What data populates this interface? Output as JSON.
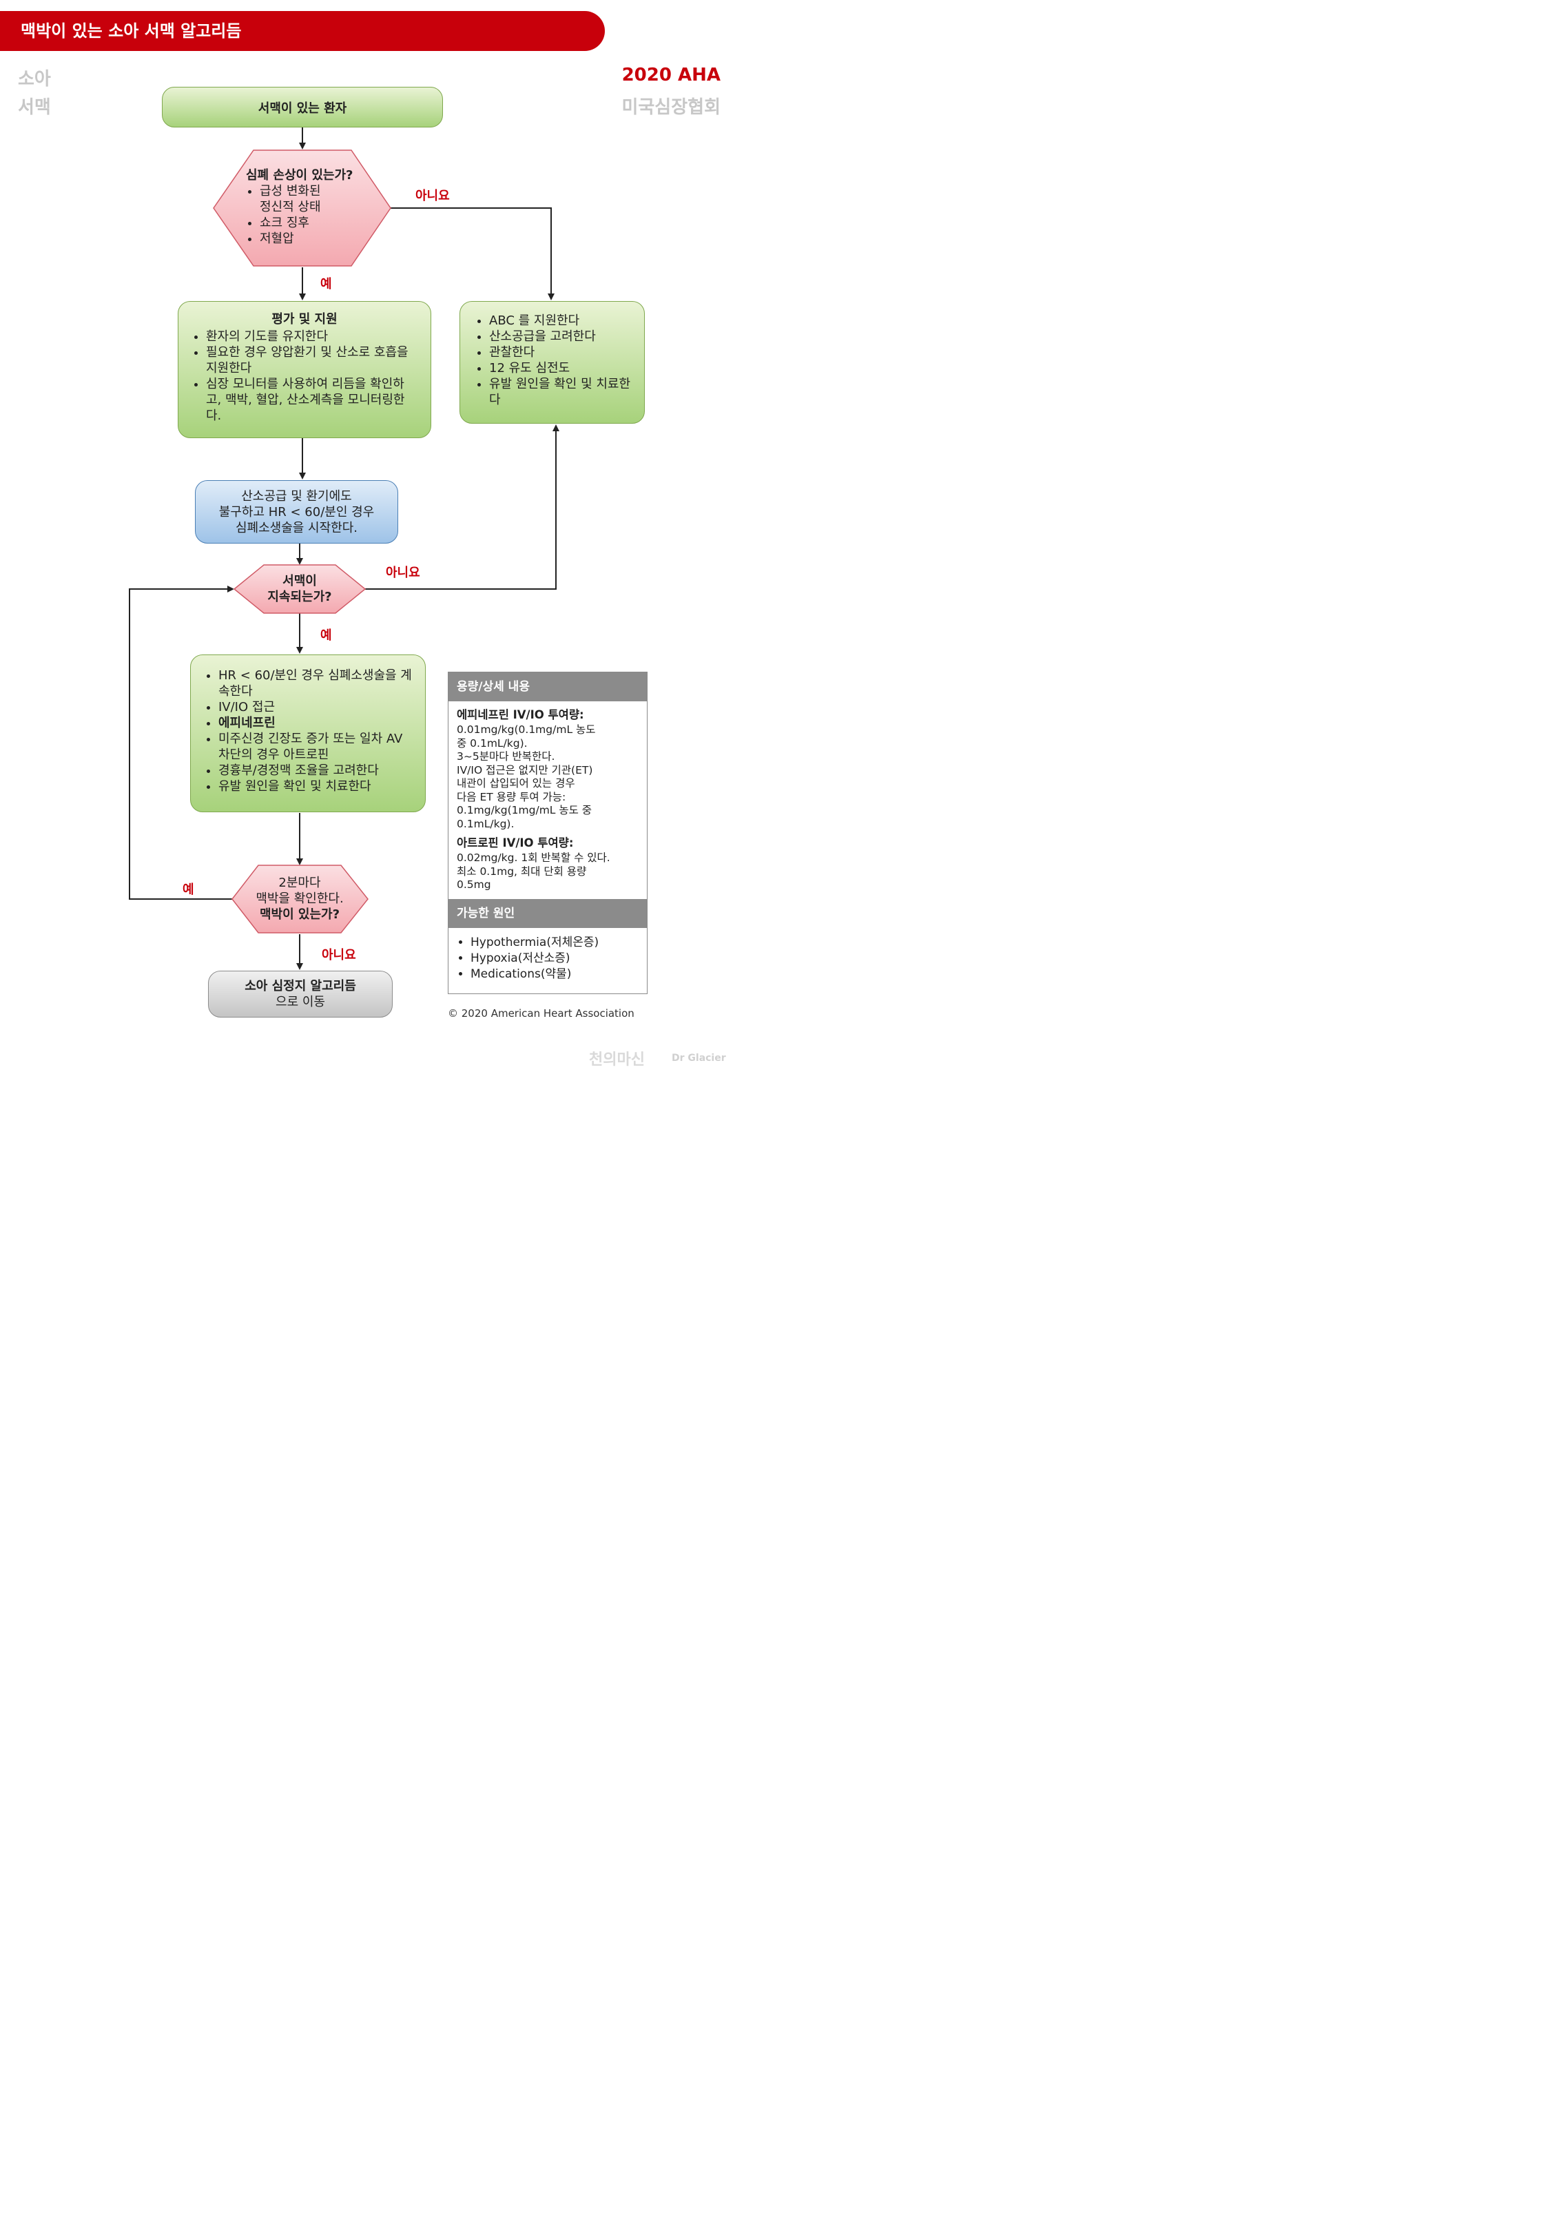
{
  "header": {
    "title": "맥박이 있는 소아 서맥 알고리듬",
    "left_line1": "소아",
    "left_line2": "서맥",
    "right_line1": "2020 AHA",
    "right_line2": "미국심장협회"
  },
  "colors": {
    "brand_red": "#c8000b",
    "green_box": "#a7d27b",
    "pink_decision": "#f4a9b0",
    "blue_box": "#9ec3e8",
    "gray_box": "#c4c4c4"
  },
  "flow": {
    "start": "서맥이 있는 환자",
    "decision1": {
      "title": "심폐 손상이 있는가?",
      "items": [
        "급성 변화된 정신적 상태",
        "쇼크 징후",
        "저혈압"
      ]
    },
    "label_no1": "아니요",
    "label_yes1": "예",
    "assess": {
      "title": "평가 및 지원",
      "items": [
        "환자의 기도를 유지한다",
        "필요한 경우 양압환기 및 산소로 호흡을 지원한다",
        "심장 모니터를 사용하여 리듬을 확인하고, 맥박, 혈압, 산소계측을 모니터링한다."
      ]
    },
    "support": {
      "items": [
        "ABC 를 지원한다",
        "산소공급을 고려한다",
        "관찰한다",
        "12 유도 심전도",
        "유발 원인을 확인 및 치료한다"
      ]
    },
    "cpr": {
      "line1": "산소공급 및 환기에도",
      "line2": "불구하고 HR < 60/분인 경우",
      "line3": "심폐소생술을 시작한다."
    },
    "decision2": {
      "line1": "서맥이",
      "line2": "지속되는가?"
    },
    "label_no2": "아니요",
    "label_yes2": "예",
    "treat": {
      "items": [
        "HR < 60/분인 경우 심폐소생술을 계속한다",
        "IV/IO 접근",
        "에피네프린",
        "미주신경 긴장도 증가 또는 일차 AV 차단의 경우 아트로핀",
        "경흉부/경정맥 조율을 고려한다",
        "유발 원인을 확인 및 치료한다"
      ]
    },
    "decision3": {
      "line1": "2분마다",
      "line2": "맥박을 확인한다.",
      "line3": "맥박이 있는가?"
    },
    "label_yes3": "예",
    "label_no3": "아니요",
    "end": {
      "line1": "소아 심정지 알고리듬",
      "line2": "으로 이동"
    }
  },
  "dosage": {
    "header": "용량/상세 내용",
    "epi_title": "에피네프린 IV/IO 투여량:",
    "epi_lines": [
      "0.01mg/kg(0.1mg/mL 농도",
      "중 0.1mL/kg).",
      "3~5분마다 반복한다.",
      "IV/IO 접근은 없지만 기관(ET)",
      "내관이 삽입되어 있는 경우",
      "다음 ET 용량 투여 가능:",
      "0.1mg/kg(1mg/mL 농도 중",
      "0.1mL/kg)."
    ],
    "atro_title": "아트로핀 IV/IO 투여량:",
    "atro_lines": [
      "0.02mg/kg. 1회 반복할 수 있다.",
      "최소 0.1mg, 최대 단회 용량",
      "0.5mg"
    ],
    "causes_header": "가능한 원인",
    "causes": [
      "Hypothermia(저체온증)",
      "Hypoxia(저산소증)",
      "Medications(약물)"
    ]
  },
  "copyright": "© 2020 American Heart Association",
  "watermark": {
    "kr": "천의마신",
    "en": "Dr Glacier"
  }
}
